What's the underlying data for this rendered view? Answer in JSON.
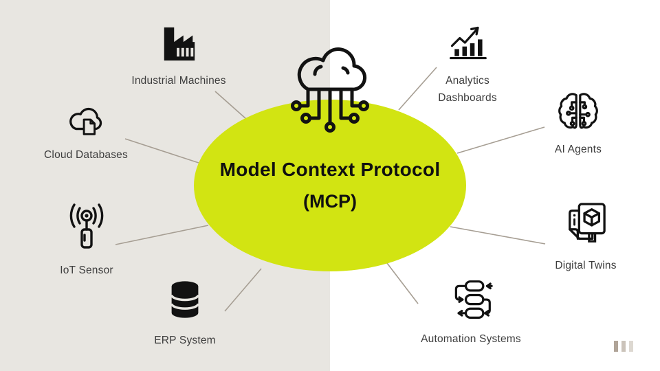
{
  "background": {
    "left_panel_color": "#e8e6e1",
    "right_color": "#ffffff",
    "connector_color": "#a69e93"
  },
  "center": {
    "title_line1": "Model Context Protocol",
    "title_line2": "(MCP)",
    "ellipse_color": "#d2e412",
    "hub_icon": "cloud-network-icon"
  },
  "nodes": [
    {
      "id": "industrial-machines",
      "label": "Industrial Machines",
      "icon": "factory-icon"
    },
    {
      "id": "cloud-databases",
      "label": "Cloud Databases",
      "icon": "cloud-document-icon"
    },
    {
      "id": "iot-sensor",
      "label": "IoT Sensor",
      "icon": "wireless-sensor-icon"
    },
    {
      "id": "erp-system",
      "label": "ERP System",
      "icon": "database-icon"
    },
    {
      "id": "analytics-dashboards",
      "label": "Analytics Dashboards",
      "label_lines": [
        "Analytics",
        "Dashboards"
      ],
      "icon": "bar-chart-growth-icon"
    },
    {
      "id": "ai-agents",
      "label": "AI Agents",
      "icon": "circuit-brain-icon"
    },
    {
      "id": "digital-twins",
      "label": "Digital Twins",
      "icon": "digital-twin-screens-icon"
    },
    {
      "id": "automation-systems",
      "label": "Automation Systems",
      "icon": "flowchart-automation-icon"
    }
  ],
  "logo": {
    "bar_colors": [
      "#b0a498",
      "#cbc3ba",
      "#ddd8d1"
    ]
  }
}
